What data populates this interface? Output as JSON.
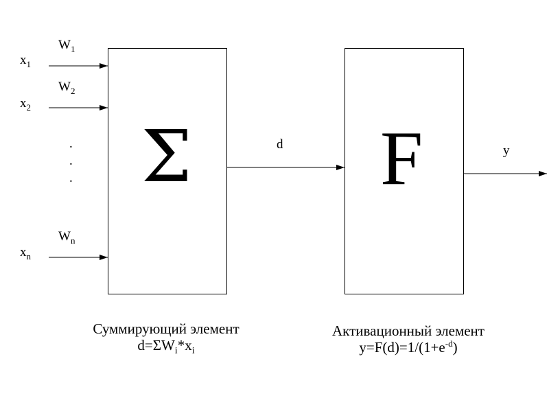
{
  "inputs": [
    {
      "x": "x",
      "x_sub": "1",
      "w": "W",
      "w_sub": "1"
    },
    {
      "x": "x",
      "x_sub": "2",
      "w": "W",
      "w_sub": "2"
    },
    {
      "x": "x",
      "x_sub": "n",
      "w": "W",
      "w_sub": "n"
    }
  ],
  "ellipsis": ".",
  "sum_symbol": "Σ",
  "activation_symbol": "F",
  "d_label": "d",
  "y_label": "y",
  "sum_caption": {
    "title": "Суммирующий элемент",
    "f_prefix": "d=ΣW",
    "f_sub1": "i",
    "f_mid": "*x",
    "f_sub2": "i"
  },
  "activation_caption": {
    "title": "Активационный элемент",
    "f_prefix": "y=F(d)=1/(1+e",
    "f_sup": "-d",
    "f_suffix": ")"
  }
}
